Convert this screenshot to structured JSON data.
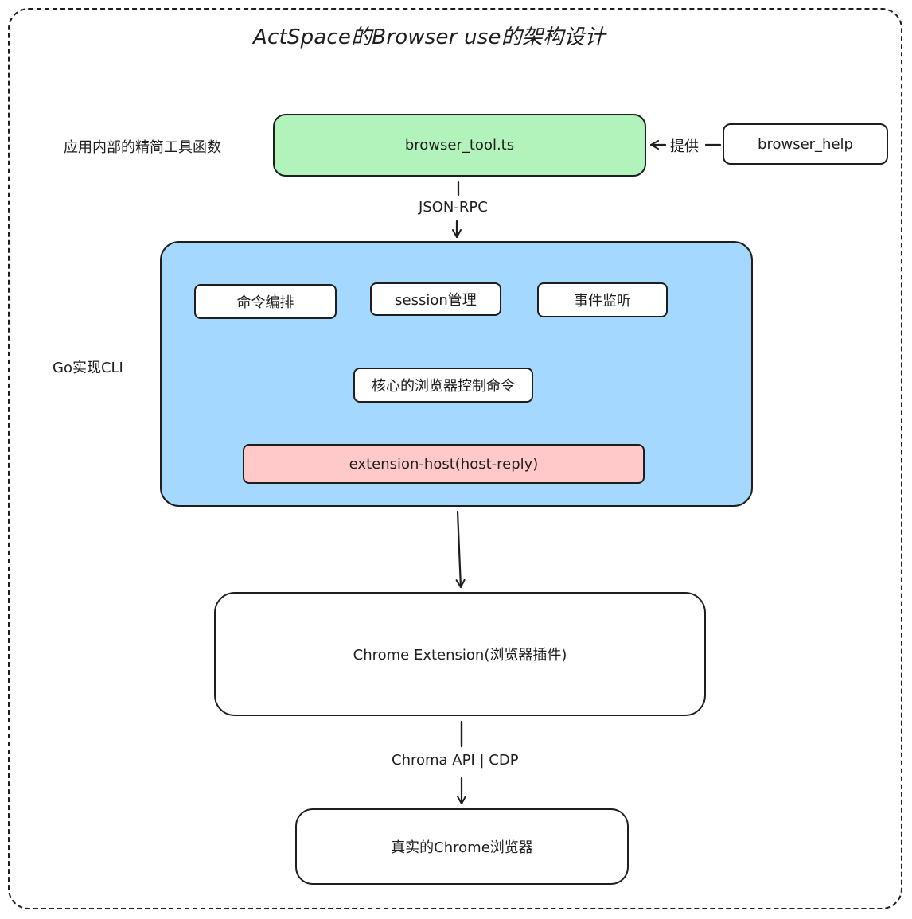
{
  "title": "ActSpace的Browser use的架构设计",
  "left_labels": {
    "app_tools": "应用内部的精简工具函数",
    "go_cli": "Go实现CLI"
  },
  "nodes": {
    "browser_tool": {
      "label": "browser_tool.ts",
      "fill": "#b2f2bb"
    },
    "browser_help": {
      "label": "browser_help",
      "fill": "#ffffff"
    },
    "cli_container": {
      "fill": "#a5d8ff"
    },
    "cmd_orchestration": {
      "label": "命令编排",
      "fill": "#ffffff"
    },
    "session_mgmt": {
      "label": "session管理",
      "fill": "#ffffff"
    },
    "event_listen": {
      "label": "事件监听",
      "fill": "#ffffff"
    },
    "core_cmd": {
      "label": "核心的浏览器控制命令",
      "fill": "#ffffff"
    },
    "ext_host": {
      "label": "extension-host(host-reply)",
      "fill": "#ffc9c9"
    },
    "chrome_ext": {
      "label": "Chrome Extension(浏览器插件)",
      "fill": "#ffffff"
    },
    "real_chrome": {
      "label": "真实的Chrome浏览器",
      "fill": "#ffffff"
    }
  },
  "edges": {
    "provide": "提供",
    "json_rpc": "JSON-RPC",
    "chroma_api": "Chroma API | CDP"
  },
  "colors": {
    "stroke": "#1e1e1e"
  }
}
